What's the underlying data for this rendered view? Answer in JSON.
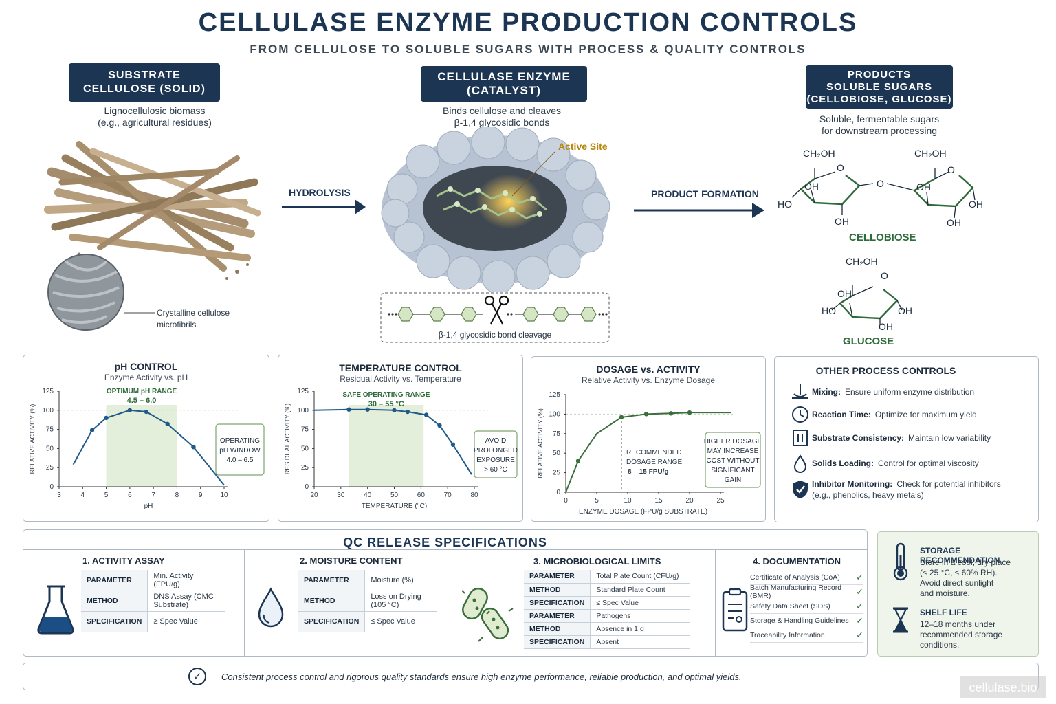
{
  "header": {
    "title": "CELLULASE ENZYME PRODUCTION CONTROLS",
    "subtitle": "FROM CELLULOSE TO SOLUBLE SUGARS WITH PROCESS & QUALITY CONTROLS"
  },
  "substrate": {
    "line1": "SUBSTRATE",
    "line2": "CELLULOSE (SOLID)",
    "desc1": "Lignocellulosic biomass",
    "desc2": "(e.g., agricultural residues)",
    "inset_label1": "Crystalline cellulose",
    "inset_label2": "microfibrils"
  },
  "enzyme": {
    "line1": "CELLULASE ENZYME",
    "line2": "(CATALYST)",
    "desc1": "Binds cellulose and cleaves",
    "desc2": "β-1,4 glycosidic bonds",
    "active_site": "Active Site",
    "cleavage_label": "β-1,4 glycosidic bond cleavage"
  },
  "products": {
    "line1": "PRODUCTS",
    "line2": "SOLUBLE SUGARS",
    "line3": "(CELLOBIOSE, GLUCOSE)",
    "desc1": "Soluble, fermentable sugars",
    "desc2": "for downstream processing",
    "cellobiose": "CELLOBIOSE",
    "glucose": "GLUCOSE",
    "ch2oh": "CH₂OH",
    "o": "O",
    "oh": "OH",
    "ho": "HO"
  },
  "flow": {
    "hydrolysis": "HYDROLYSIS",
    "product_formation": "PRODUCT FORMATION"
  },
  "colors": {
    "navy": "#1b3553",
    "curve": "#1f5a8a",
    "green_curve": "#3a6e3a",
    "band": "#e3efda",
    "green_text": "#2e6b3a"
  },
  "chart_data": [
    {
      "type": "line",
      "title": "pH CONTROL",
      "subtitle": "Enzyme Activity vs. pH",
      "xlabel": "pH",
      "ylabel": "RELATIVE ACTIVITY (%)",
      "xlim": [
        3,
        10
      ],
      "ylim": [
        0,
        125
      ],
      "xticks": [
        3,
        4,
        5,
        6,
        7,
        8,
        9,
        10
      ],
      "yticks": [
        0,
        25,
        50,
        75,
        100,
        125
      ],
      "x": [
        3.6,
        4.4,
        5.0,
        6.0,
        6.7,
        7.6,
        8.7,
        10.0
      ],
      "y": [
        29,
        74,
        90,
        100,
        98,
        82,
        52,
        2
      ],
      "band": [
        5.0,
        8.0
      ],
      "band_label1": "OPTIMUM pH RANGE",
      "band_label2": "4.5 – 6.0",
      "note": [
        "OPERATING",
        "pH WINDOW",
        "4.0 – 6.5"
      ]
    },
    {
      "type": "line",
      "title": "TEMPERATURE CONTROL",
      "subtitle": "Residual Activity vs. Temperature",
      "xlabel": "TEMPERATURE (°C)",
      "ylabel": "RESIDUAL ACTIVITY (%)",
      "xlim": [
        20,
        80
      ],
      "ylim": [
        0,
        125
      ],
      "xticks": [
        20,
        30,
        40,
        50,
        60,
        70,
        80
      ],
      "yticks": [
        0,
        25,
        50,
        75,
        100,
        125
      ],
      "x": [
        20,
        33,
        40,
        50,
        55,
        62,
        67,
        72,
        79
      ],
      "y": [
        100,
        101,
        101,
        100,
        98,
        94,
        80,
        55,
        16
      ],
      "band": [
        33,
        61
      ],
      "band_label1": "SAFE OPERATING RANGE",
      "band_label2": "30 – 55 °C",
      "note": [
        "AVOID",
        "PROLONGED",
        "EXPOSURE",
        "> 60 °C"
      ]
    },
    {
      "type": "line",
      "title": "DOSAGE vs. ACTIVITY",
      "subtitle": "Relative Activity vs. Enzyme Dosage",
      "xlabel": "ENZYME DOSAGE (FPU/g SUBSTRATE)",
      "ylabel": "RELATIVE ACTIVITY (%)",
      "xlim": [
        0,
        25
      ],
      "ylim": [
        0,
        125
      ],
      "xticks": [
        0,
        5,
        10,
        15,
        20,
        25
      ],
      "yticks": [
        0,
        25,
        50,
        75,
        100,
        125
      ],
      "x": [
        0,
        2,
        5,
        9,
        13,
        17,
        20,
        27
      ],
      "y": [
        0,
        40,
        75,
        96,
        100,
        101,
        102,
        102
      ],
      "markers": [
        2,
        9,
        13,
        17,
        20
      ],
      "marker_y": [
        40,
        96,
        100,
        101,
        102
      ],
      "ref_x": 9,
      "band_label1": "RECOMMENDED",
      "band_label2": "DOSAGE RANGE",
      "band_label3": "8 – 15 FPU/g",
      "note": [
        "HIGHER DOSAGE",
        "MAY INCREASE",
        "COST WITHOUT",
        "SIGNIFICANT",
        "GAIN"
      ]
    }
  ],
  "other_controls": {
    "title": "OTHER PROCESS CONTROLS",
    "items": [
      {
        "icon": "mixer-icon",
        "label": "Mixing:",
        "text": "Ensure uniform enzyme distribution"
      },
      {
        "icon": "clock-icon",
        "label": "Reaction Time:",
        "text": "Optimize for maximum yield"
      },
      {
        "icon": "substrate-icon",
        "label": "Substrate Consistency:",
        "text": "Maintain low variability"
      },
      {
        "icon": "droplet-icon",
        "label": "Solids Loading:",
        "text": "Control for optimal viscosity"
      },
      {
        "icon": "shield-icon",
        "label": "Inhibitor Monitoring:",
        "text": "Check for potential inhibitors",
        "text2": "(e.g., phenolics, heavy metals)"
      }
    ]
  },
  "qc": {
    "title": "QC RELEASE SPECIFICATIONS",
    "activity": {
      "title": "1.  ACTIVITY ASSAY",
      "rows": [
        [
          "PARAMETER",
          "Min. Activity (FPU/g)"
        ],
        [
          "METHOD",
          "DNS Assay (CMC Substrate)"
        ],
        [
          "SPECIFICATION",
          "≥ Spec Value"
        ]
      ]
    },
    "moisture": {
      "title": "2.  MOISTURE CONTENT",
      "rows": [
        [
          "PARAMETER",
          "Moisture (%)"
        ],
        [
          "METHOD",
          "Loss on Drying (105 °C)"
        ],
        [
          "SPECIFICATION",
          "≤ Spec Value"
        ]
      ]
    },
    "micro": {
      "title": "3.  MICROBIOLOGICAL LIMITS",
      "rows": [
        [
          "PARAMETER",
          "Total Plate Count (CFU/g)"
        ],
        [
          "METHOD",
          "Standard Plate Count"
        ],
        [
          "SPECIFICATION",
          "≤ Spec Value"
        ],
        [
          "PARAMETER",
          "Pathogens"
        ],
        [
          "METHOD",
          "Absence in 1 g"
        ],
        [
          "SPECIFICATION",
          "Absent"
        ]
      ]
    },
    "docs": {
      "title": "4.  DOCUMENTATION",
      "items": [
        "Certificate of Analysis (CoA)",
        "Batch Manufacturing Record (BMR)",
        "Safety Data Sheet (SDS)",
        "Storage & Handling Guidelines",
        "Traceability Information"
      ],
      "check": "✓"
    }
  },
  "storage": {
    "title": "STORAGE RECOMMENDATION",
    "lines": [
      "Store in a cool, dry place",
      "(≤ 25 °C, ≤ 60% RH).",
      "Avoid direct sunlight",
      "and moisture."
    ],
    "shelf_title": "SHELF LIFE",
    "shelf_lines": [
      "12–18 months under",
      "recommended storage",
      "conditions."
    ]
  },
  "footer": {
    "text": "Consistent process control and rigorous quality standards ensure  high  enzyme performance, reliable production, and optimal yields.",
    "check": "✓",
    "watermark": "cellulase.bio"
  }
}
